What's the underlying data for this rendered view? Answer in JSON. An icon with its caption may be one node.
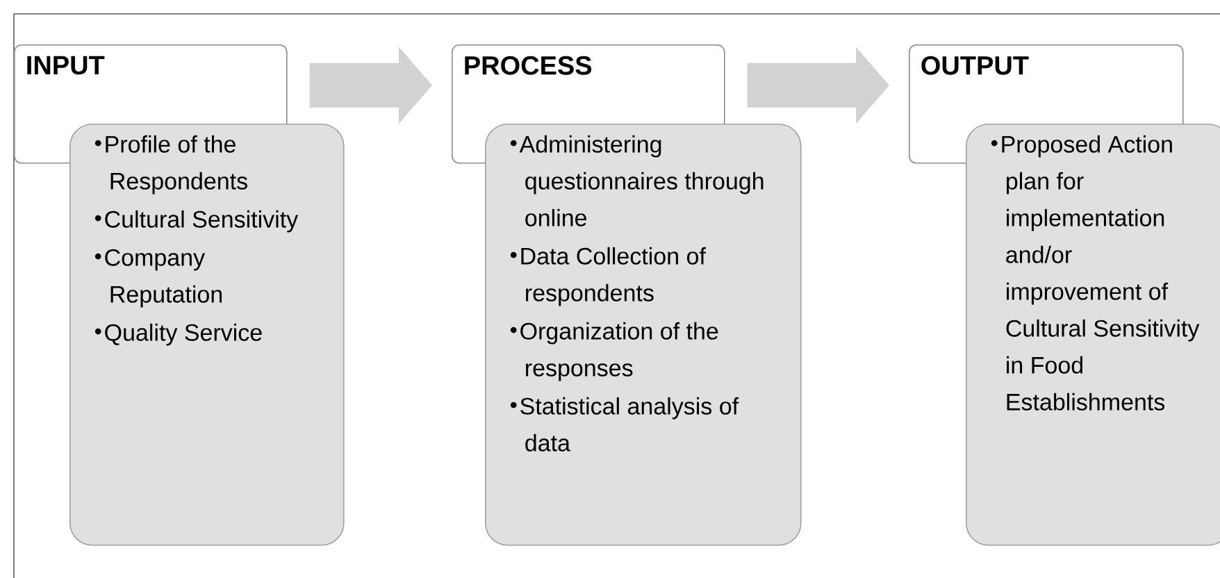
{
  "diagram": {
    "nodes": [
      {
        "text": [
          "INPUT"
        ]
      },
      {
        "text": [
          "Profile of the Respondents",
          "Cultural Sensitivity",
          "Company Reputation",
          "Quality Service"
        ]
      },
      {
        "text": [
          "PROCESS"
        ]
      },
      {
        "text": [
          "Administering questionnaires through online",
          "Data Collection of respondents",
          "Organization of the responses",
          "Statistical analysis of data"
        ]
      },
      {
        "text": [
          "OUTPUT"
        ]
      },
      {
        "text": [
          "Proposed Action plan for implementation and/or improvement of Cultural Sensitivity in Food Establishments"
        ]
      }
    ],
    "edges": [
      {
        "from": 0,
        "to": 2,
        "arrow": "to"
      },
      {
        "from": 2,
        "to": 4,
        "arrow": "to"
      }
    ]
  }
}
